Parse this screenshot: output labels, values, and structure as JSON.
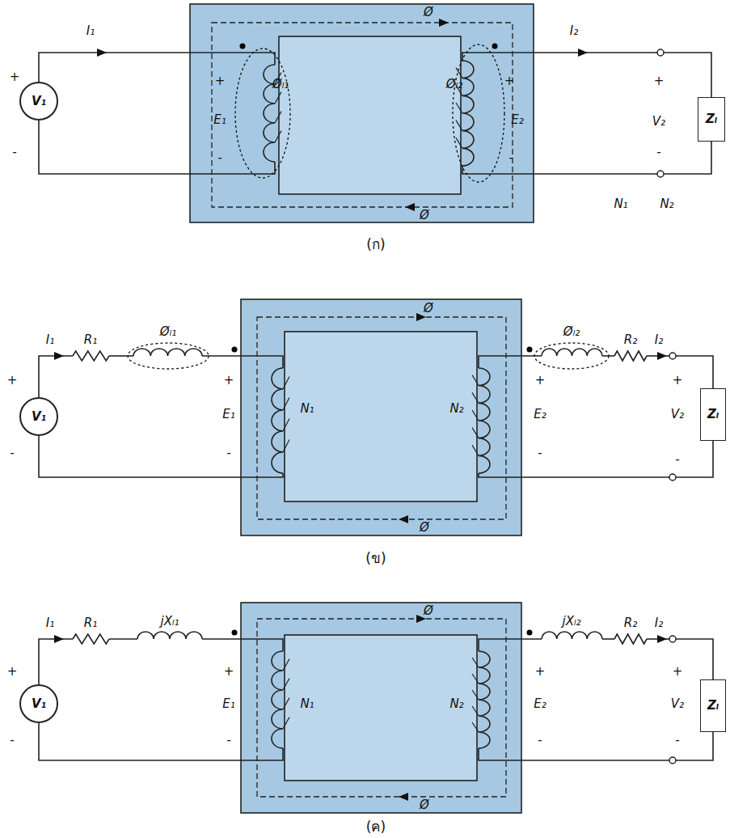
{
  "diagram": {
    "nodes": [
      {
        "text": [
          "V₁"
        ]
      },
      {
        "text": [
          "Zₗ"
        ]
      },
      {
        "text": [
          "V₁"
        ]
      },
      {
        "text": [
          "Zₗ"
        ]
      },
      {
        "text": [
          "V₁"
        ]
      },
      {
        "text": [
          "Zₗ"
        ]
      }
    ],
    "labels": [
      "I₁",
      "+",
      "-",
      "+",
      "E₁",
      "-",
      "Ø",
      "Øₗ₁",
      "Øₗ₂",
      "Ø",
      "I₂",
      "+",
      "E₂",
      "-",
      "+",
      "V₂",
      "-",
      "N₁",
      "N₂",
      "(ก)",
      "I₁",
      "R₁",
      "Øₗ₁",
      "+",
      "E₁",
      "-",
      "N₁",
      "Ø",
      "N₂",
      "Ø",
      "Øₗ₂",
      "+",
      "E₂",
      "-",
      "R₂",
      "I₂",
      "+",
      "V₂",
      "-",
      "+",
      "-",
      "(ข)",
      "I₁",
      "R₁",
      "jXₗ₁",
      "+",
      "E₁",
      "-",
      "N₁",
      "Ø",
      "N₂",
      "Ø",
      "jXₗ₂",
      "+",
      "E₂",
      "-",
      "R₂",
      "I₂",
      "+",
      "V₂",
      "-",
      "+",
      "-",
      "(ค)"
    ]
  }
}
